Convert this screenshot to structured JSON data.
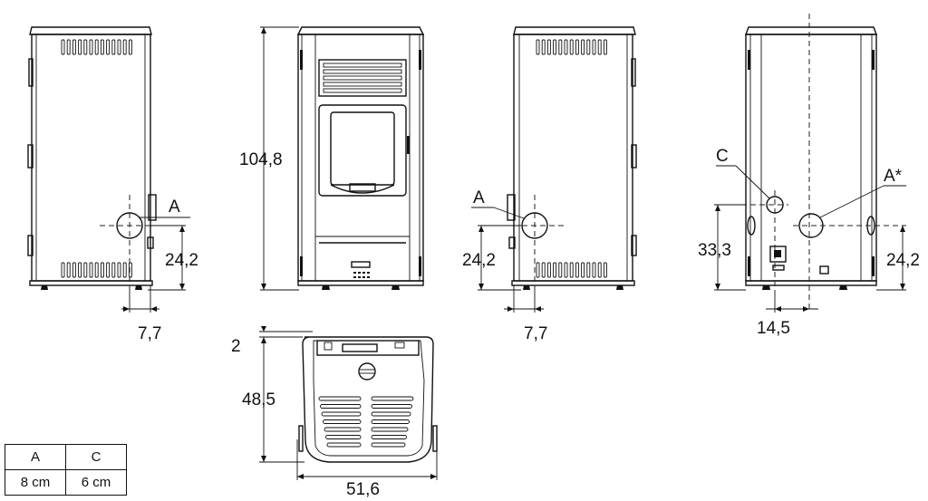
{
  "dimensions": {
    "height_total": "104,8",
    "height_a_left": "24,2",
    "offset_a_left": "7,7",
    "height_a_right": "24,2",
    "offset_a_right": "7,7",
    "height_c_rear": "33,3",
    "height_a_rear": "24,2",
    "offset_rear": "14,5",
    "depth": "48,5",
    "width": "51,6",
    "top_offset": "2"
  },
  "labels": {
    "a_left": "A",
    "a_right": "A",
    "c_rear": "C",
    "a_star_rear": "A*"
  },
  "table": {
    "headers": [
      "A",
      "C"
    ],
    "values": [
      "8 cm",
      "6 cm"
    ]
  }
}
